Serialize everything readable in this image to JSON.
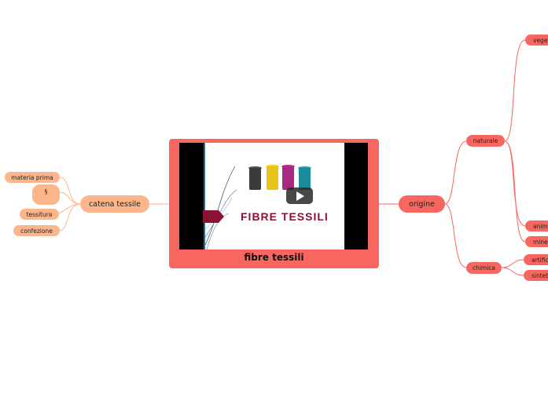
{
  "central": {
    "title": "fibre tessili",
    "video_title": "FIBRE TESSILI",
    "play_icon": "play-icon"
  },
  "left_branch": {
    "label": "catena tessile",
    "children": [
      {
        "label": "materia prima"
      },
      {
        "label": "§"
      },
      {
        "label": "tessitura"
      },
      {
        "label": "confezione"
      }
    ]
  },
  "right_branch": {
    "label": "origine",
    "naturale": {
      "label": "naturale",
      "children": [
        {
          "label": "veget"
        },
        {
          "label": "anima"
        },
        {
          "label": "mine"
        }
      ]
    },
    "chimica": {
      "label": "chimica",
      "children": [
        {
          "label": "artific"
        },
        {
          "label": "sinteti"
        }
      ]
    }
  },
  "colors": {
    "left_branch": "#fdb58b",
    "right_branch": "#f7675f",
    "central": "#f7675f",
    "brand": "#8a1233"
  }
}
